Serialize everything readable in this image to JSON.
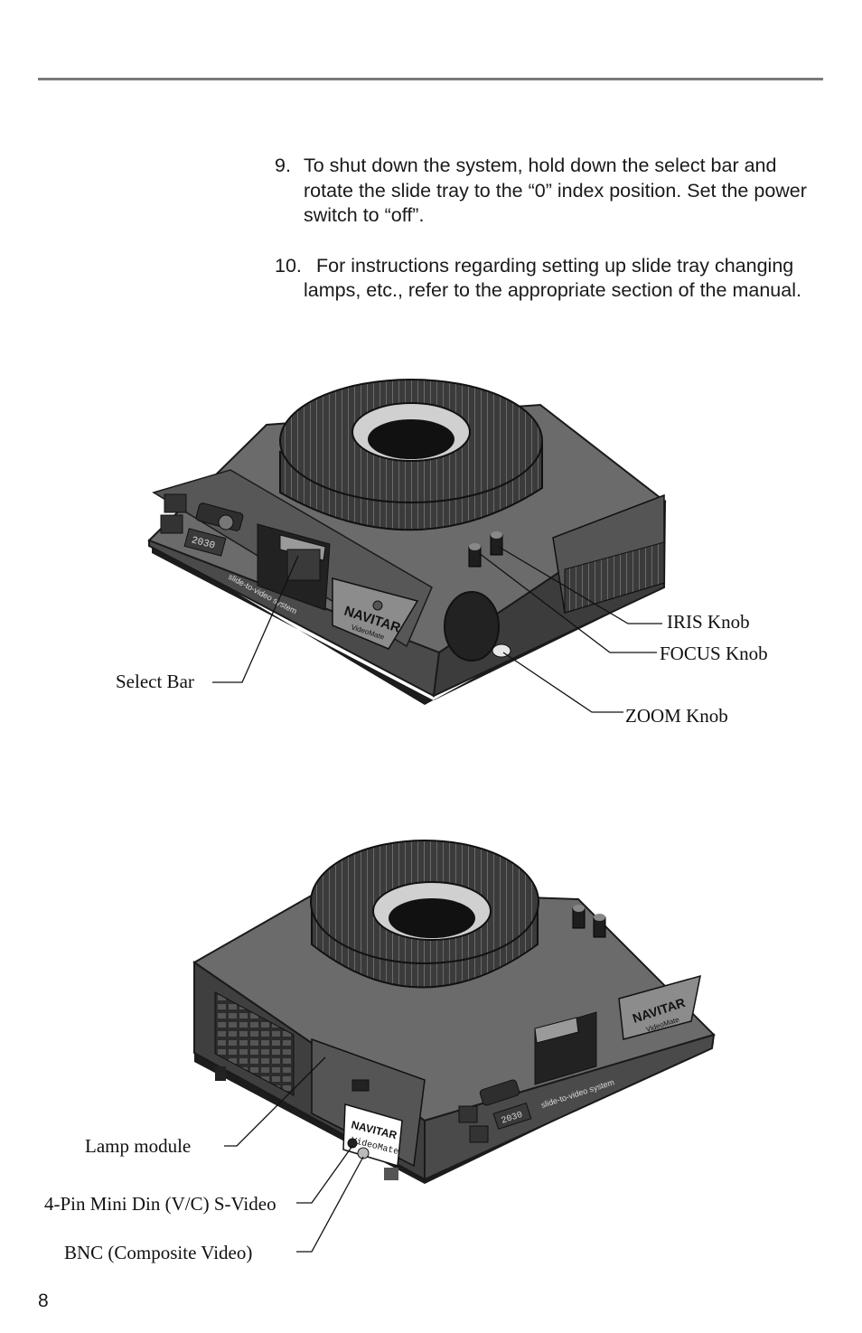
{
  "instructions": [
    {
      "number": "9.",
      "text": "To shut down the system, hold down the select bar and rotate the slide tray to the “0” index position.  Set the power switch to “off”."
    },
    {
      "number": "10.",
      "text": "For instructions regarding setting up slide tray changing lamps, etc., refer to the appropriate section of the manual."
    }
  ],
  "figure1": {
    "labels": {
      "iris": "IRIS Knob",
      "focus": "FOCUS Knob",
      "zoom": "ZOOM Knob",
      "select_bar": "Select Bar"
    },
    "device": {
      "brand": "NAVITAR",
      "model": "VideoMate",
      "counter": "2030",
      "side_text": "slide-to-video system"
    }
  },
  "figure2": {
    "labels": {
      "lamp": "Lamp module",
      "svideo": "4-Pin Mini Din (V/C) S-Video",
      "bnc": "BNC (Composite Video)"
    },
    "device": {
      "brand": "NAVITAR",
      "model": "VideoMate",
      "counter": "2030",
      "side_text": "slide-to-video system"
    }
  },
  "page_number": "8",
  "colors": {
    "body_dark": "#4a4a4a",
    "body_mid": "#6b6b6b",
    "body_light": "#8c8c8c",
    "tray": "#3a3a3a",
    "rule": "#7a7a7a"
  }
}
